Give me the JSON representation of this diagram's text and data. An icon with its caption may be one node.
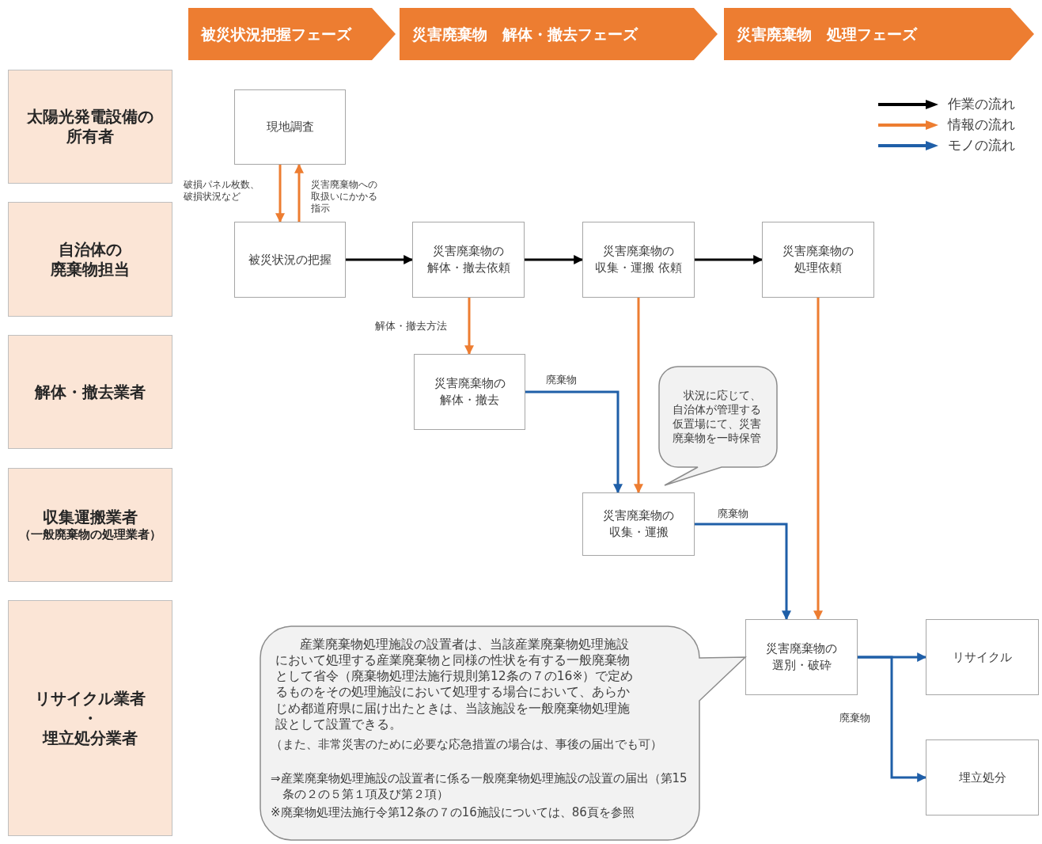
{
  "diagram": {
    "nodes": [
      {
        "text": [
          "被災状況把握フェーズ"
        ]
      },
      {
        "text": [
          "災害廃棄物　解体・撤去フェーズ"
        ]
      },
      {
        "text": [
          "災害廃棄物　処理フェーズ"
        ]
      },
      {
        "text": [
          "太陽光発電設備の所有者"
        ]
      },
      {
        "text": [
          "自治体の",
          "廃棄物担当"
        ]
      },
      {
        "text": [
          "解体・撤去業者"
        ]
      },
      {
        "text": [
          "収集運搬業者",
          "（一般廃棄物の処理業者）"
        ]
      },
      {
        "text": [
          "リサイクル業者",
          "・",
          "埋立処分業者"
        ]
      },
      {
        "text": [
          "現地調査"
        ]
      },
      {
        "text": [
          "被災状況の把握"
        ]
      },
      {
        "text": [
          "災害廃棄物の",
          "解体・撤去依頼"
        ]
      },
      {
        "text": [
          "災害廃棄物の",
          "収集・運搬 依頼"
        ]
      },
      {
        "text": [
          "災害廃棄物の",
          "処理依頼"
        ]
      },
      {
        "text": [
          "災害廃棄物の",
          "解体・撤去"
        ]
      },
      {
        "text": [
          "状況に応じて、自治体が管理する仮置場にて、災害廃棄物を一時保管"
        ]
      },
      {
        "text": [
          "災害廃棄物の",
          "収集・運搬"
        ]
      },
      {
        "text": [
          "災害廃棄物の",
          "選別・破砕"
        ]
      },
      {
        "text": [
          "産業廃棄物処理施設の設置者は、当該産業廃棄物処理施設において処理する産業廃棄物と同様の性状を有する一般廃棄物として省令（廃棄物処理法施行規則第12条の７の16※）で定めるものをその処理施設において処理する場合において、あらかじめ都道府県に届け出たときは、当該施設を一般廃棄物処理施設として設置できる。",
          "（また、非常災害のために必要な応急措置の場合は、事後の届出でも可）",
          "⇒産業廃棄物処理施設の設置者に係る一般廃棄物処理施設の設置の届出（第15条の２の５第１項及び第２項）",
          "※廃棄物処理法施行令第12条の７の16施設については、86頁を参照"
        ]
      },
      {
        "text": [
          "リサイクル"
        ]
      },
      {
        "text": [
          "埋立処分"
        ]
      }
    ],
    "edges": [
      {
        "from": 8,
        "to": 9,
        "arrow": "to",
        "label": "破損パネル枚数、破損状況など",
        "color": "#ed7d31"
      },
      {
        "from": 9,
        "to": 8,
        "arrow": "to",
        "label": "災害廃棄物への取扱いにかかる指示",
        "color": "#ed7d31"
      },
      {
        "from": 9,
        "to": 10,
        "arrow": "to",
        "color": "#000000"
      },
      {
        "from": 10,
        "to": 11,
        "arrow": "to",
        "color": "#000000"
      },
      {
        "from": 11,
        "to": 12,
        "arrow": "to",
        "color": "#000000"
      },
      {
        "from": 10,
        "to": 13,
        "arrow": "to",
        "label": "解体・撤去方法",
        "color": "#ed7d31"
      },
      {
        "from": 13,
        "to": 15,
        "arrow": "to",
        "label": "廃棄物",
        "color": "#1f5fa8"
      },
      {
        "from": 11,
        "to": 15,
        "arrow": "to",
        "color": "#ed7d31"
      },
      {
        "from": 15,
        "to": 16,
        "arrow": "to",
        "label": "廃棄物",
        "color": "#1f5fa8"
      },
      {
        "from": 12,
        "to": 16,
        "arrow": "to",
        "color": "#ed7d31"
      },
      {
        "from": 16,
        "to": 18,
        "arrow": "to",
        "color": "#1f5fa8"
      },
      {
        "from": 16,
        "to": 19,
        "arrow": "to",
        "label": "廃棄物",
        "color": "#1f5fa8"
      }
    ],
    "legend": [
      {
        "text": "作業の流れ",
        "color": "#000000"
      },
      {
        "text": "情報の流れ",
        "color": "#ed7d31"
      },
      {
        "text": "モノの流れ",
        "color": "#1f5fa8"
      }
    ]
  }
}
